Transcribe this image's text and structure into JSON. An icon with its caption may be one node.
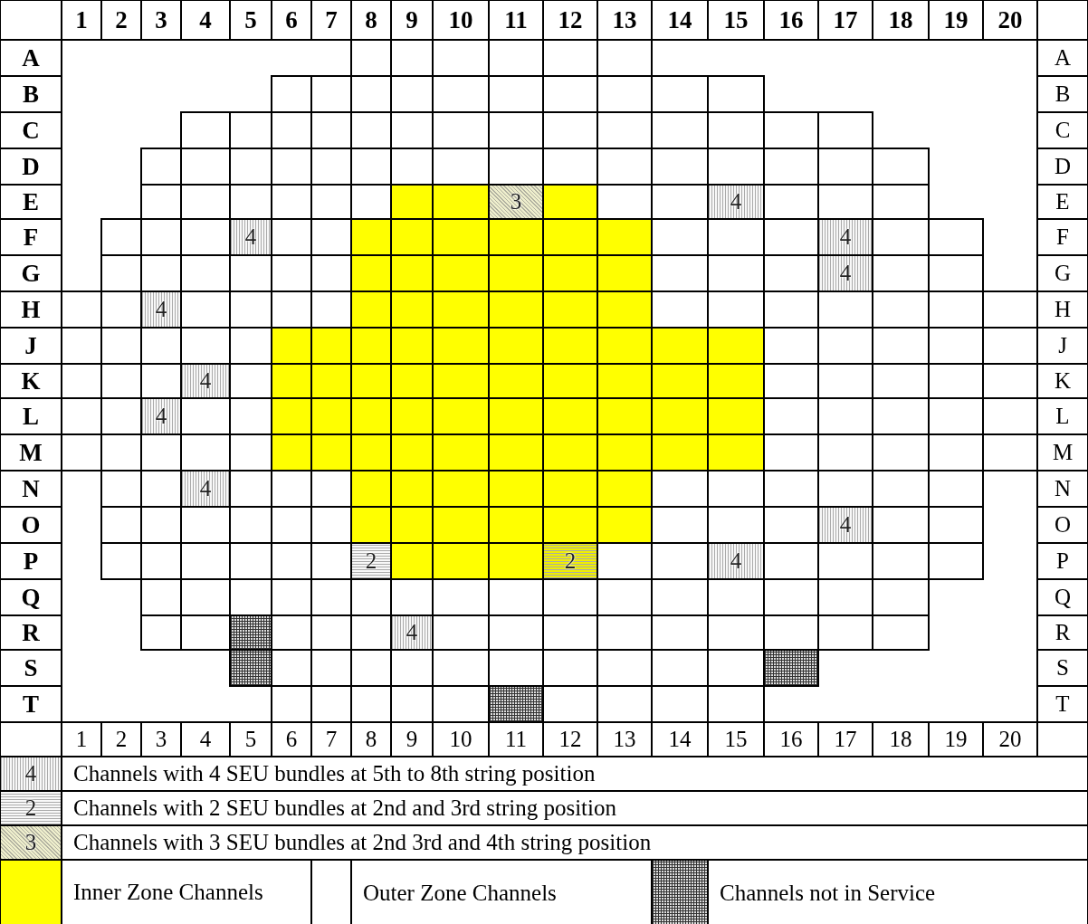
{
  "diagram": {
    "labels": [
      "1",
      "2",
      "3",
      "4",
      "5",
      "6",
      "7",
      "8",
      "9",
      "10",
      "11",
      "12",
      "13",
      "14",
      "15",
      "16",
      "17",
      "18",
      "19",
      "20",
      "A",
      "A",
      "B",
      "B",
      "C",
      "C",
      "D",
      "D",
      "E",
      "3",
      "4",
      "E",
      "F",
      "4",
      "4",
      "F",
      "G",
      "4",
      "G",
      "H",
      "4",
      "H",
      "J",
      "J",
      "K",
      "4",
      "K",
      "L",
      "4",
      "L",
      "M",
      "M",
      "N",
      "4",
      "N",
      "O",
      "4",
      "O",
      "P",
      "2",
      "2",
      "4",
      "P",
      "Q",
      "Q",
      "R",
      "4",
      "R",
      "S",
      "S",
      "T",
      "T",
      "1",
      "2",
      "3",
      "4",
      "5",
      "6",
      "7",
      "8",
      "9",
      "10",
      "11",
      "12",
      "13",
      "14",
      "15",
      "16",
      "17",
      "18",
      "19",
      "20",
      "4",
      "2",
      "3"
    ],
    "legend": [
      {
        "text": "Channels with 4 SEU bundles at 5th to 8th string position"
      },
      {
        "text": "Channels with 2 SEU bundles at 2nd and 3rd string position"
      },
      {
        "text": "Channels with 3 SEU bundles at 2nd 3rd and 4th string position"
      },
      {
        "text": "Inner Zone Channels",
        "color": "#ffff00"
      },
      {
        "text": "Outer Zone Channels",
        "color": "#ffffff"
      },
      {
        "text": "Channels not in Service"
      }
    ]
  }
}
